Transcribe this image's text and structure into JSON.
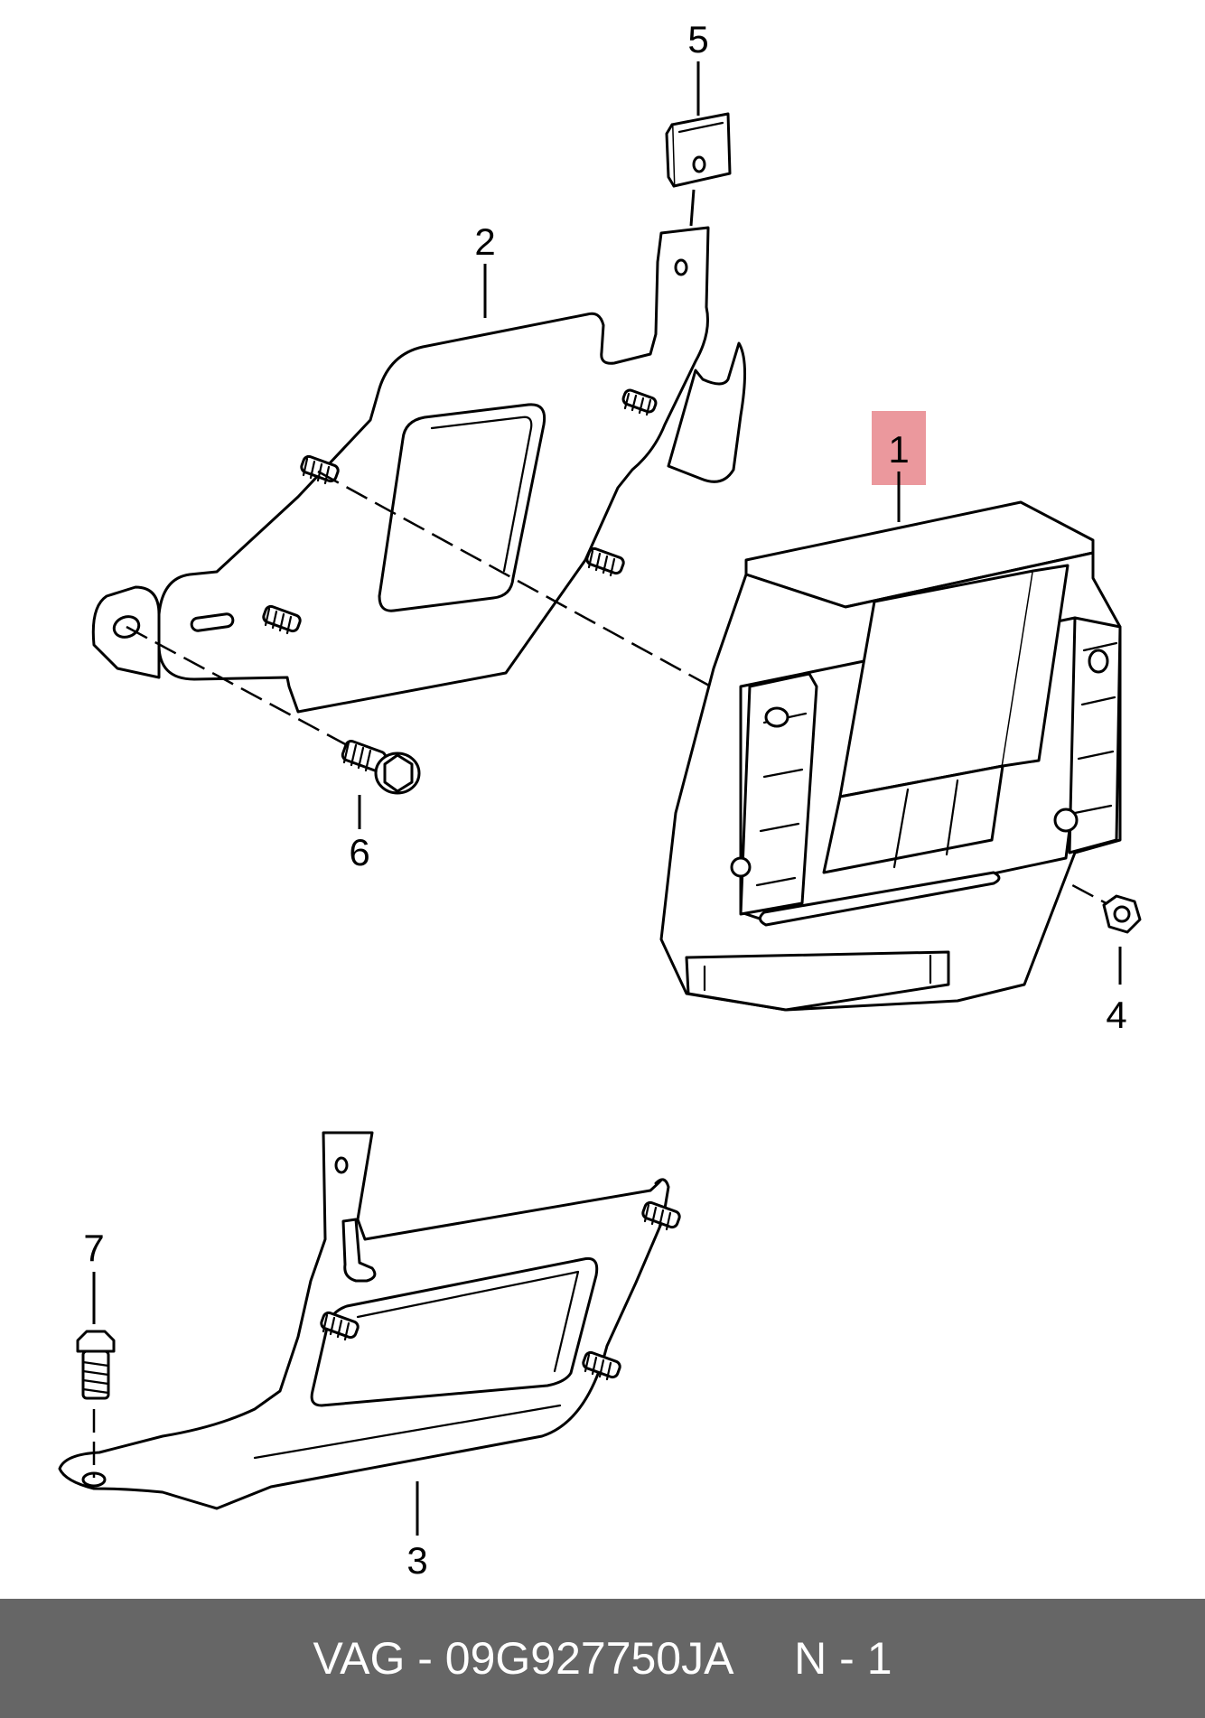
{
  "callouts": {
    "c1": "1",
    "c2": "2",
    "c3": "3",
    "c4": "4",
    "c5": "5",
    "c6": "6",
    "c7": "7"
  },
  "highlight_color": "#e8868c",
  "footer": {
    "text": "VAG - 09G927750JA     N - 1",
    "background": "#666666"
  }
}
